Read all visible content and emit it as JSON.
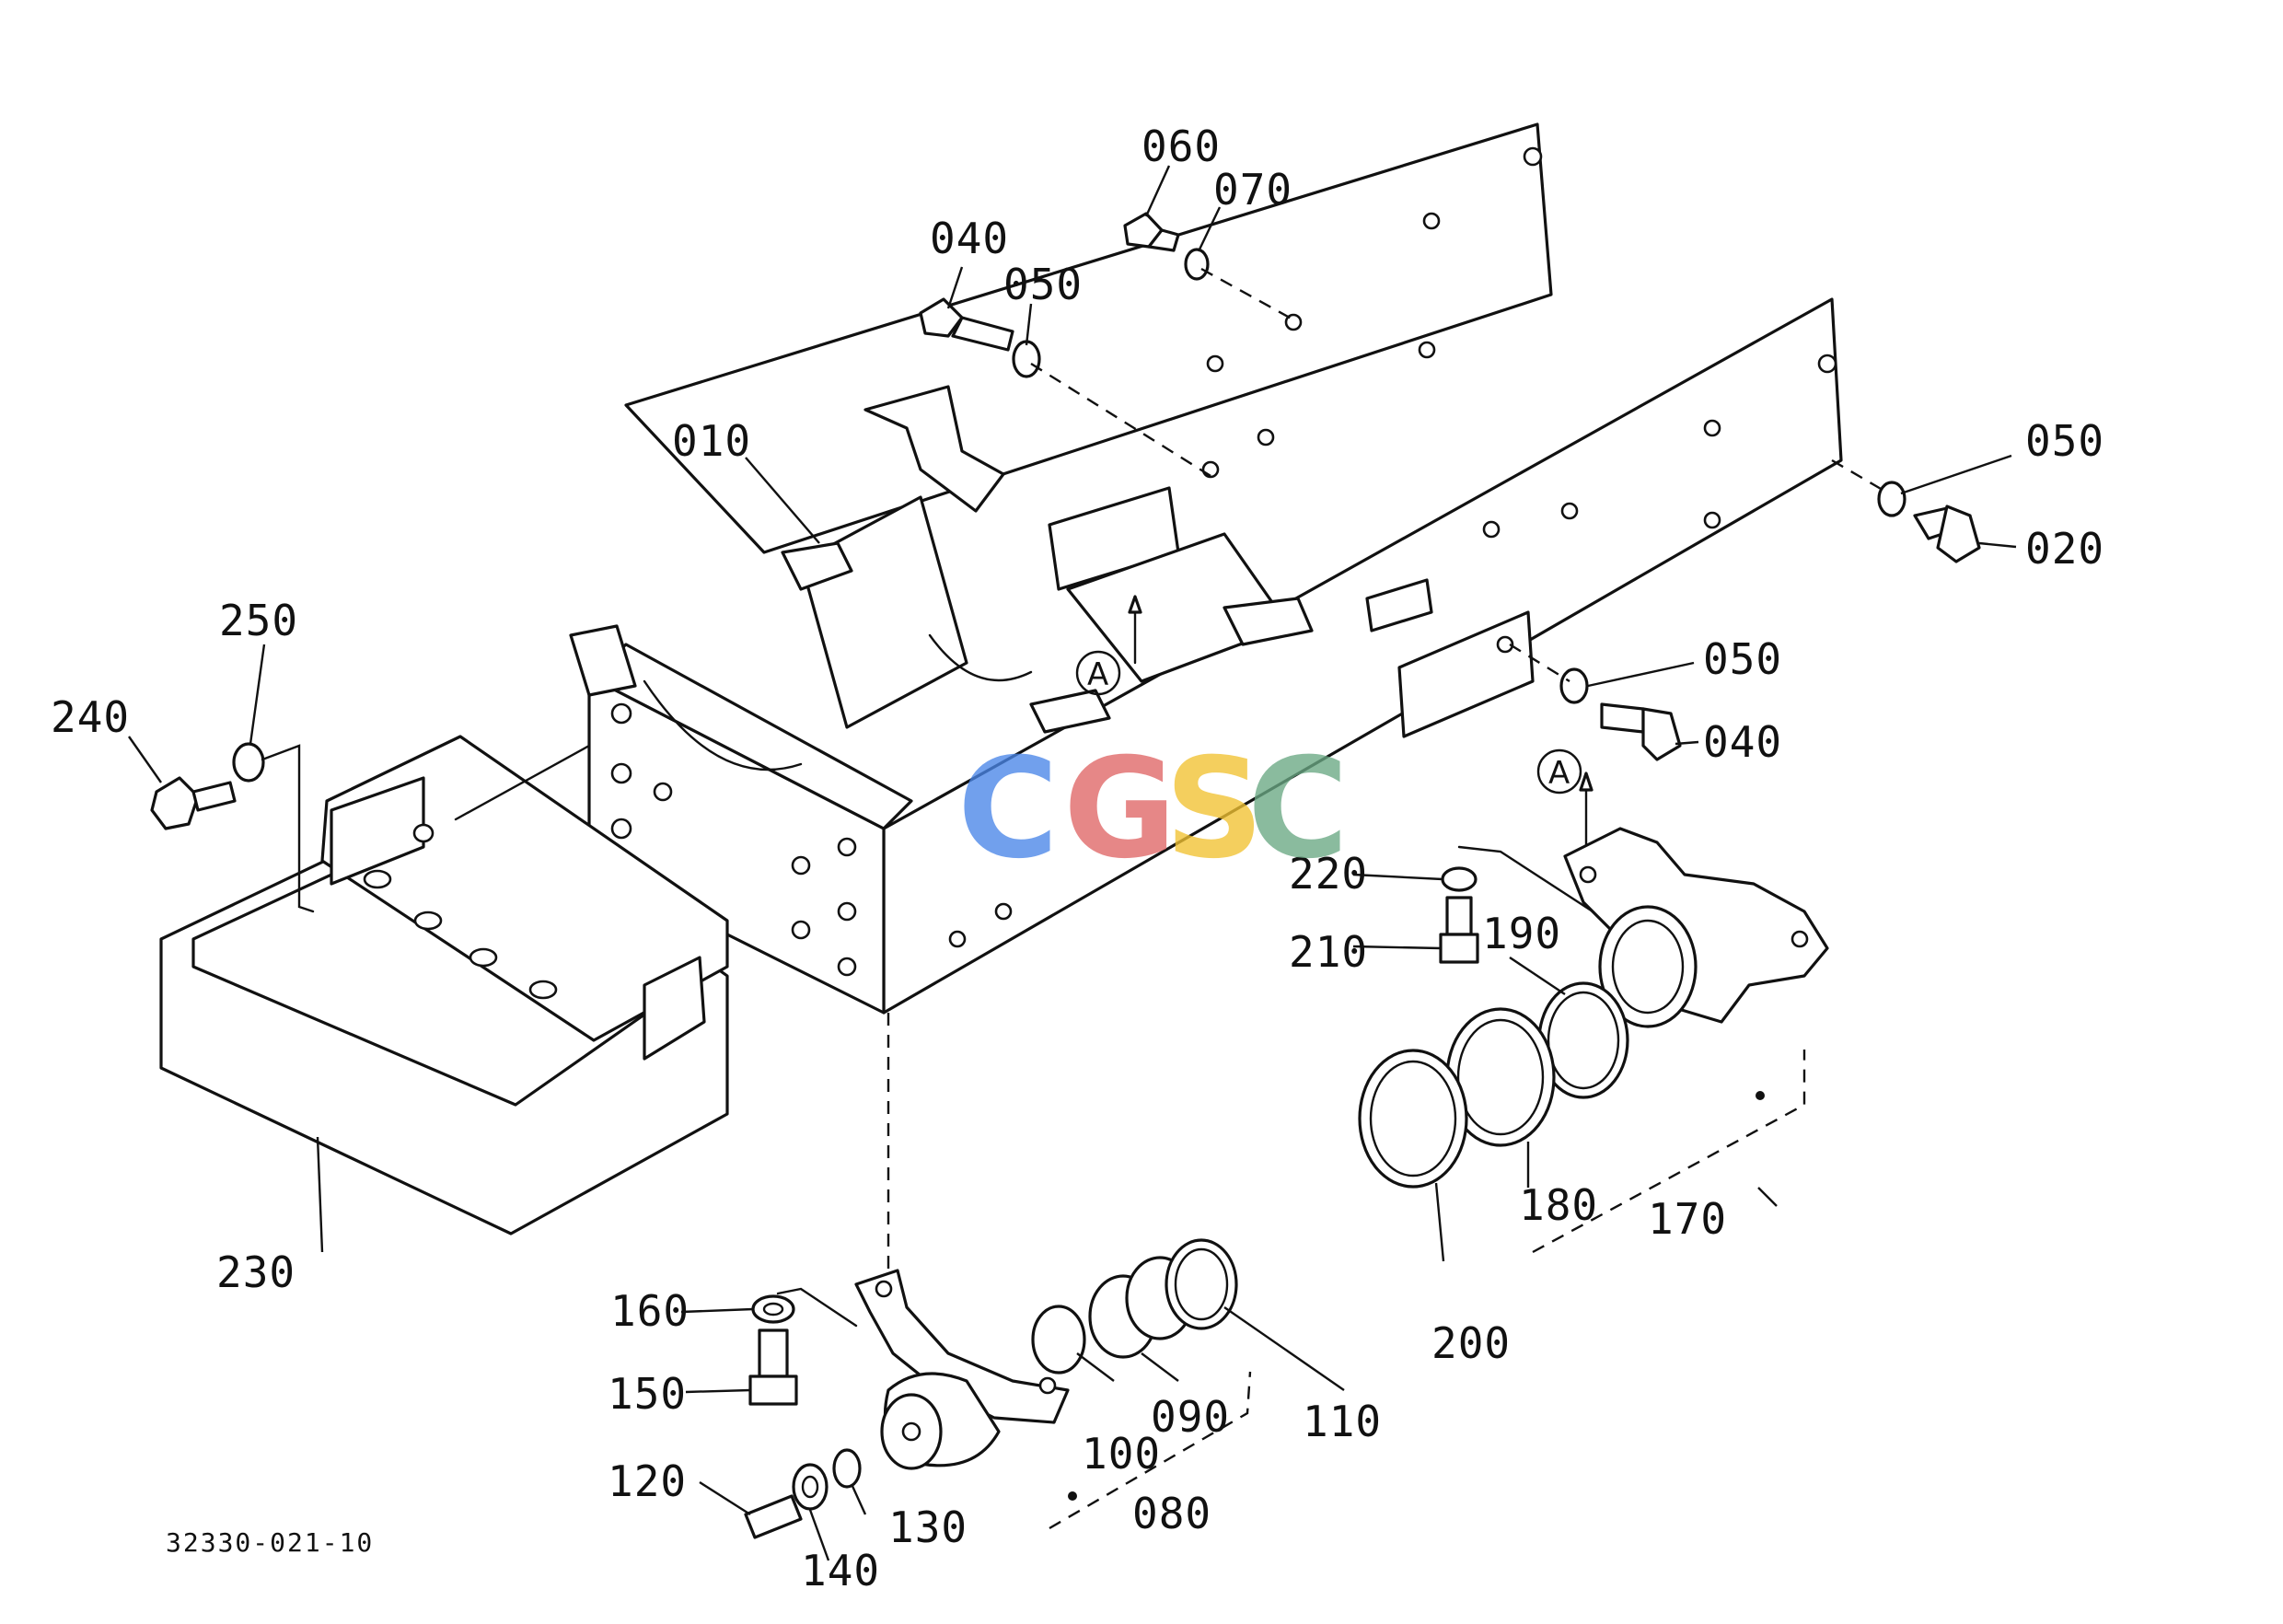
{
  "drawing_code": "32330-021-10",
  "watermark": {
    "letters": [
      "C",
      "G",
      "S",
      "C"
    ],
    "colors": [
      "#4a86e8",
      "#e06666",
      "#f1c232",
      "#6aa884"
    ]
  },
  "view_reference": "A",
  "callouts": {
    "p010": "010",
    "p020": "020",
    "p040_top": "040",
    "p040_right": "040",
    "p050_top": "050",
    "p050_right_upper": "050",
    "p050_right_lower": "050",
    "p060": "060",
    "p070": "070",
    "p080": "080",
    "p090": "090",
    "p100": "100",
    "p110": "110",
    "p120": "120",
    "p130": "130",
    "p140": "140",
    "p150": "150",
    "p160": "160",
    "p170": "170",
    "p180": "180",
    "p190": "190",
    "p200": "200",
    "p210": "210",
    "p220": "220",
    "p230": "230",
    "p240": "240",
    "p250": "250"
  }
}
